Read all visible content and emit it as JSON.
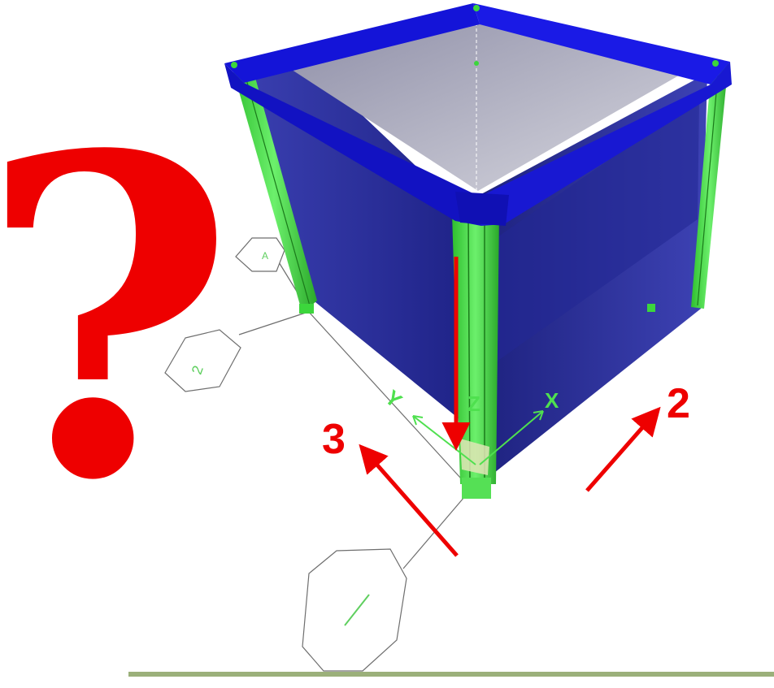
{
  "symbol": "?",
  "arrow_labels": {
    "axis_3": "3",
    "axis_2": "2"
  },
  "local_axes": {
    "x": "X",
    "y": "Y",
    "z": "Z"
  },
  "grid_bubbles": {
    "a": "A",
    "two": "2",
    "one": "1"
  },
  "colors": {
    "beam": "#1414d8",
    "wall": "#2a2f9e",
    "column": "#3cd63c",
    "slab": "#a9a9bd",
    "annotation": "#ee0000",
    "grid_line": "#6e6e6e",
    "footer_bar": "#9bb07a"
  }
}
